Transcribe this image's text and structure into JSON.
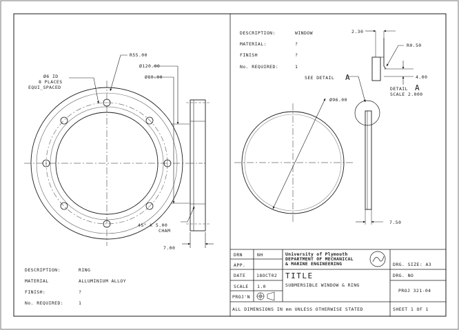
{
  "ring_part": {
    "desc_key": "DESCRIPTION:",
    "desc_val": "RING",
    "mat_key": "MATERIAL",
    "mat_val": "ALLUMINIUM ALLOY",
    "finish_key": "FINISH:",
    "finish_val": "?",
    "qty_key": "No. REQUIRED:",
    "qty_val": "1"
  },
  "window_part": {
    "desc_key": "DESCRIPTION:",
    "desc_val": "WINDOW",
    "mat_key": "MATERIAL:",
    "mat_val": "?",
    "finish_key": "FINISH",
    "finish_val": "?",
    "qty_key": "No. REQUIRED:",
    "qty_val": "1"
  },
  "ring_dims": {
    "hole_note_line1": "Ø6 ID",
    "hole_note_line2": "8 PLACES",
    "hole_note_line3": "EQUI_SPACED",
    "r55": "R55.00",
    "d120": "Ø120.00",
    "d80": "Ø80.00",
    "chamfer_line1": "45° X 5.00",
    "chamfer_line2": "CHAM",
    "thickness": "7.00"
  },
  "window_dims": {
    "see_detail": "SEE DETAIL",
    "detail_marker": "A",
    "d96": "Ø96.00",
    "thickness": "7.50",
    "detail_dim_top": "2.30",
    "detail_radius": "R0.50",
    "detail_dim_right": "4.00",
    "detail_title": "DETAIL",
    "detail_letter": "A",
    "detail_scale": "SCALE  2.000"
  },
  "title_block": {
    "drn_key": "DRN",
    "drn_val": "NH",
    "app_key": "APP.",
    "date_key": "DATE",
    "date_val": "18OCT02",
    "scale_key": "SCALE",
    "scale_val": "1.0",
    "proj_key": "PROJ'N",
    "university": "University of Plymouth",
    "department_line1": "DEPARTMENT OF MECHANICAL",
    "department_line2": "& MARINE ENGINEERING",
    "title_key": "TITLE",
    "title_val": "SUBMERSIBLE   WINDOW & RING",
    "drg_size": "DRG. SIZE: A3",
    "drg_no_key": "DRG. NO",
    "drg_no_val": "PROJ 321-04",
    "dims_note": "ALL DIMENSIONS IN mm UNLESS OTHERWISE STATED",
    "sheet": "SHEET 1 OF 1"
  }
}
